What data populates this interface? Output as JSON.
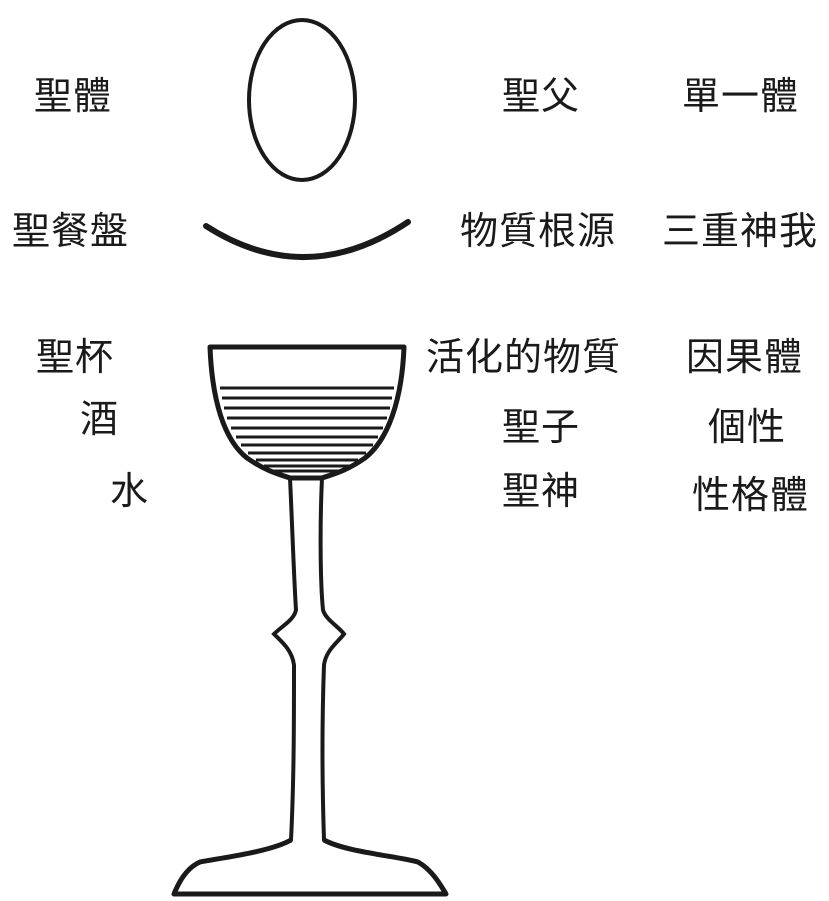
{
  "left_labels": {
    "host": "聖體",
    "paten": "聖餐盤",
    "chalice": "聖杯",
    "wine": "酒",
    "water": "水"
  },
  "middle_labels": {
    "father": "聖父",
    "matter_root": "物質根源",
    "living_matter": "活化的物質",
    "son": "聖子",
    "holy_spirit": "聖神"
  },
  "right_labels": {
    "monad": "單一體",
    "triple_self": "三重神我",
    "causal_body": "因果體",
    "individuality": "個性",
    "personality_body": "性格體"
  },
  "colors": {
    "ink": "#1a1a1a",
    "background": "#ffffff"
  }
}
